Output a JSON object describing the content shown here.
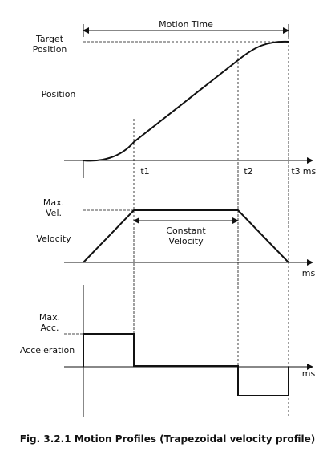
{
  "top_label": "Motion Time",
  "position_panel": {
    "target_line1": "Target",
    "target_line2": "Position",
    "ylabel": "Position",
    "t1": "t1",
    "t2": "t2",
    "t3": "t3",
    "unit": "ms"
  },
  "velocity_panel": {
    "max_line1": "Max.",
    "max_line2": "Vel.",
    "ylabel": "Velocity",
    "constant_line1": "Constant",
    "constant_line2": "Velocity",
    "unit": "ms"
  },
  "acceleration_panel": {
    "max_line1": "Max.",
    "max_line2": "Acc.",
    "ylabel": "Acceleration",
    "unit": "ms"
  },
  "caption": "Fig. 3.2.1 Motion Profiles (Trapezoidal velocity profile)"
}
